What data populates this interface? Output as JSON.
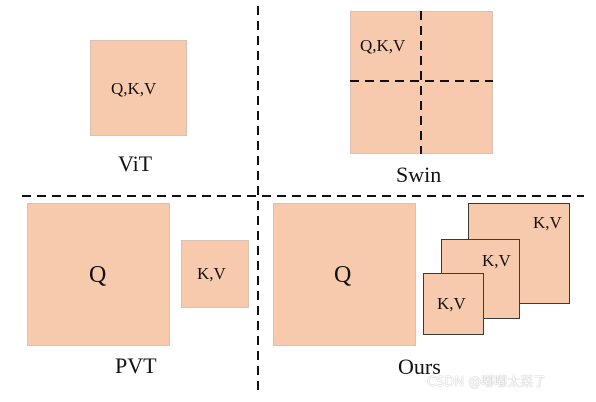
{
  "colors": {
    "fill": "#f7c9ad",
    "dash": "#111111"
  },
  "labels": {
    "vit": "ViT",
    "swin": "Swin",
    "pvt": "PVT",
    "ours": "Ours"
  },
  "vit": {
    "qkv": "Q,K,V"
  },
  "swin": {
    "qkv": "Q,K,V"
  },
  "pvt": {
    "q": "Q",
    "kv": "K,V"
  },
  "ours": {
    "q": "Q",
    "kv_back": "K,V",
    "kv_mid": "K,V",
    "kv_front": "K,V"
  },
  "watermark": "CSDN @嘟嘟太菜了"
}
